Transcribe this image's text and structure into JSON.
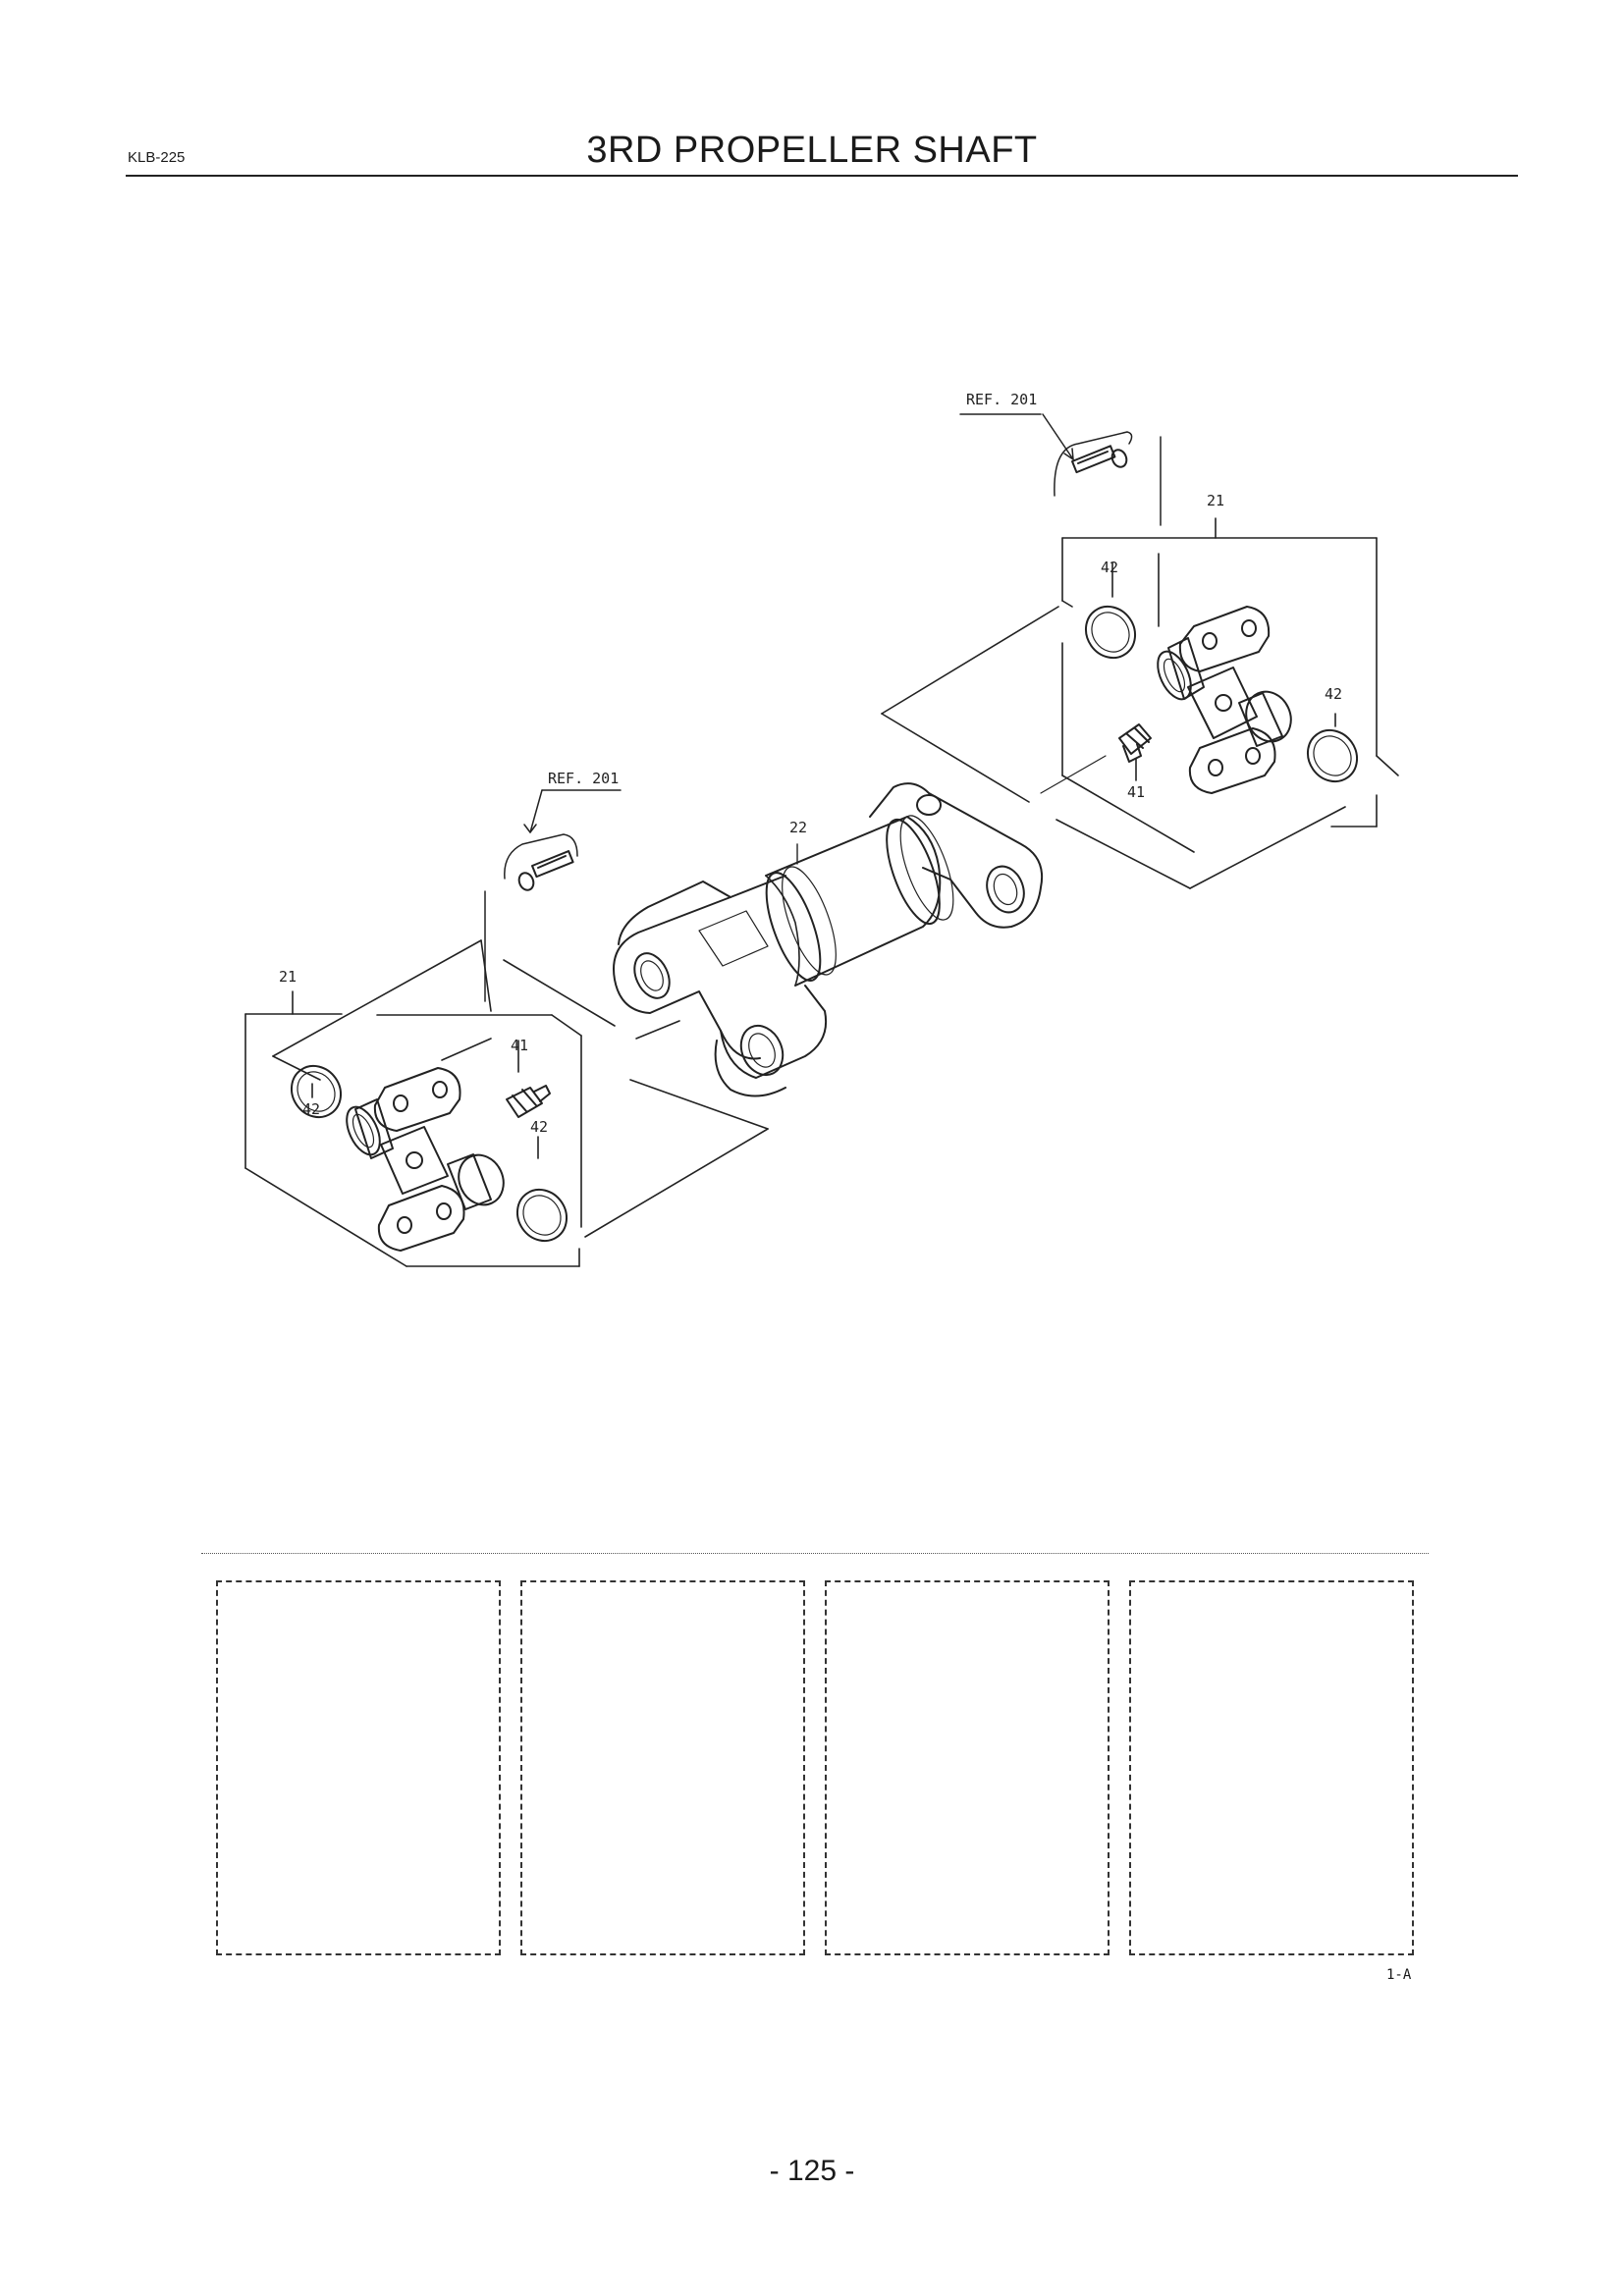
{
  "header": {
    "code": "KLB-225",
    "title": "3RD PROPELLER SHAFT"
  },
  "diagram": {
    "callouts": {
      "ref_top": "REF. 201",
      "ref_left": "REF. 201",
      "joint_top": "21",
      "joint_left": "21",
      "shaft": "22",
      "grease_top": "41",
      "grease_left": "41",
      "ring_top_a": "42",
      "ring_top_b": "42",
      "ring_left_a": "42",
      "ring_left_b": "42"
    }
  },
  "footer": {
    "figure_code": "1-A",
    "page_number": "- 125 -"
  }
}
